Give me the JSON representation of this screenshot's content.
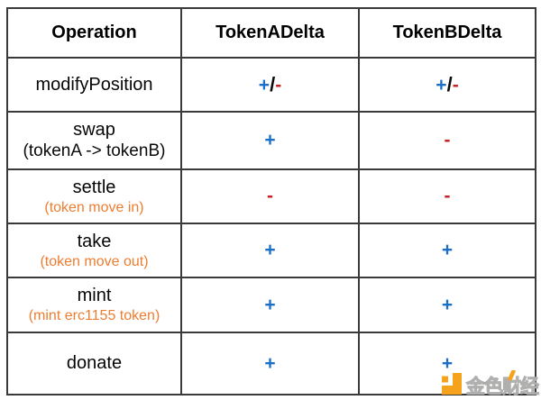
{
  "colors": {
    "plus_blue": "#1B6FC8",
    "minus_red": "#C9232A",
    "accent_orange": "#ED7D31",
    "logo_orange": "#F5A31D",
    "border": "#3A3A3A"
  },
  "table": {
    "headers": [
      "Operation",
      "TokenADelta",
      "TokenBDelta"
    ],
    "rows": [
      {
        "operation": "modifyPosition",
        "sub": "",
        "sub_accent": false,
        "tokenADelta": "+/-",
        "tokenBDelta": "+/-"
      },
      {
        "operation": "swap",
        "sub": "(tokenA -> tokenB)",
        "sub_accent": false,
        "tokenADelta": "+",
        "tokenBDelta": "-"
      },
      {
        "operation": "settle",
        "sub": "(token move in)",
        "sub_accent": true,
        "tokenADelta": "-",
        "tokenBDelta": "-"
      },
      {
        "operation": "take",
        "sub": "(token move out)",
        "sub_accent": true,
        "tokenADelta": "+",
        "tokenBDelta": "+"
      },
      {
        "operation": "mint",
        "sub": "(mint erc1155 token)",
        "sub_accent": true,
        "tokenADelta": "+",
        "tokenBDelta": "+"
      },
      {
        "operation": "donate",
        "sub": "",
        "sub_accent": false,
        "tokenADelta": "+",
        "tokenBDelta": "+"
      }
    ]
  },
  "watermark": {
    "text": "金色财经"
  },
  "chart_data": {
    "type": "table",
    "columns": [
      "Operation",
      "TokenADelta",
      "TokenBDelta"
    ],
    "rows": [
      [
        "modifyPosition",
        "+/-",
        "+/-"
      ],
      [
        "swap (tokenA -> tokenB)",
        "+",
        "-"
      ],
      [
        "settle (token move in)",
        "-",
        "-"
      ],
      [
        "take (token move out)",
        "+",
        "+"
      ],
      [
        "mint (mint erc1155 token)",
        "+",
        "+"
      ],
      [
        "donate",
        "+",
        "+"
      ]
    ]
  }
}
